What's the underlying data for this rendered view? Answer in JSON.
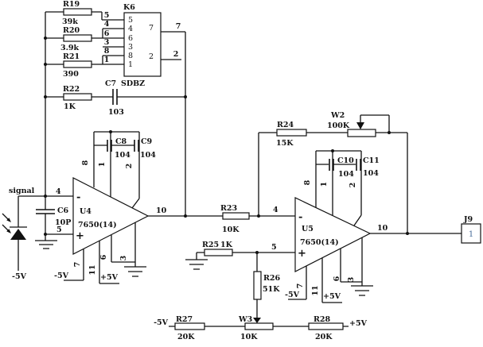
{
  "schematic": {
    "signal_label": "signal",
    "power": {
      "neg": "-5V",
      "pos": "+5V"
    },
    "symbols": {
      "minus": "-",
      "plus": "+"
    },
    "k6": {
      "ref": "K6",
      "part": "SDBZ",
      "pins_left": [
        "5",
        "4",
        "6",
        "3",
        "8",
        "1"
      ],
      "pins_right": [
        "7",
        "2"
      ]
    },
    "r19": {
      "ref": "R19",
      "value": "39k"
    },
    "r20": {
      "ref": "R20",
      "value": "3.9k"
    },
    "r21": {
      "ref": "R21",
      "value": "390"
    },
    "r22": {
      "ref": "R22",
      "value": "1K"
    },
    "r23": {
      "ref": "R23",
      "value": "10K"
    },
    "r24": {
      "ref": "R24",
      "value": "15K"
    },
    "r25": {
      "ref": "R25",
      "value": "1K"
    },
    "r26": {
      "ref": "R26",
      "value": "51K"
    },
    "r27": {
      "ref": "R27",
      "value": "20K"
    },
    "r28": {
      "ref": "R28",
      "value": "20K"
    },
    "w2": {
      "ref": "W2",
      "value": "100K"
    },
    "w3": {
      "ref": "W3",
      "value": "10K"
    },
    "c6": {
      "ref": "C6",
      "value": "10P"
    },
    "c7": {
      "ref": "C7",
      "value": "103"
    },
    "c8": {
      "ref": "C8",
      "value": "104"
    },
    "c9": {
      "ref": "C9",
      "value": "104"
    },
    "c10": {
      "ref": "C10",
      "value": "104"
    },
    "c11": {
      "ref": "C11",
      "value": "104"
    },
    "u4": {
      "ref": "U4",
      "part": "7650(14)",
      "pins": {
        "inv": "4",
        "noninv": "5",
        "out": "10",
        "vneg": "7",
        "vpos": "11",
        "p6": "6",
        "p3": "3",
        "p8": "8",
        "p1": "1",
        "p2": "2"
      }
    },
    "u5": {
      "ref": "U5",
      "part": "7650(14)",
      "pins": {
        "inv": "4",
        "noninv": "5",
        "out": "10",
        "vneg": "7",
        "vpos": "11",
        "p6": "6",
        "p3": "3",
        "p8": "8",
        "p1": "1",
        "p2": "2"
      }
    },
    "j9": {
      "ref": "J9",
      "pin": "1"
    }
  }
}
